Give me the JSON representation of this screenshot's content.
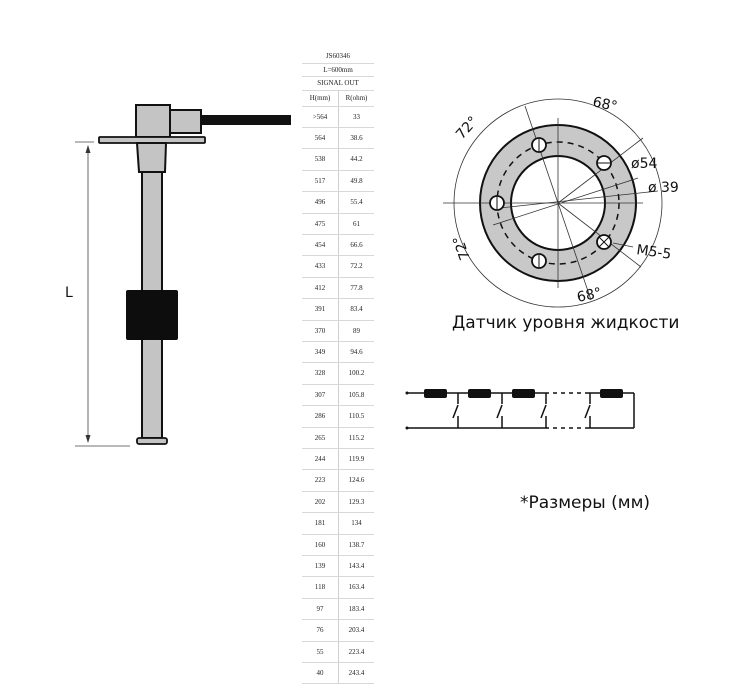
{
  "sensor_drawing": {
    "length_label": "L",
    "parts": [
      "cable",
      "connector-head",
      "mounting-flange",
      "rod",
      "float",
      "end-stop"
    ]
  },
  "spec_table": {
    "model": "JS60346",
    "length": "L=600mm",
    "signal": "SIGNAL OUT",
    "columns": [
      "H(mm)",
      "R(ohm)"
    ],
    "rows": [
      [
        ">564",
        "33"
      ],
      [
        "564",
        "38.6"
      ],
      [
        "538",
        "44.2"
      ],
      [
        "517",
        "49.8"
      ],
      [
        "496",
        "55.4"
      ],
      [
        "475",
        "61"
      ],
      [
        "454",
        "66.6"
      ],
      [
        "433",
        "72.2"
      ],
      [
        "412",
        "77.8"
      ],
      [
        "391",
        "83.4"
      ],
      [
        "370",
        "89"
      ],
      [
        "349",
        "94.6"
      ],
      [
        "328",
        "100.2"
      ],
      [
        "307",
        "105.8"
      ],
      [
        "286",
        "110.5"
      ],
      [
        "265",
        "115.2"
      ],
      [
        "244",
        "119.9"
      ],
      [
        "223",
        "124.6"
      ],
      [
        "202",
        "129.3"
      ],
      [
        "181",
        "134"
      ],
      [
        "160",
        "138.7"
      ],
      [
        "139",
        "143.4"
      ],
      [
        "118",
        "163.4"
      ],
      [
        "97",
        "183.4"
      ],
      [
        "76",
        "203.4"
      ],
      [
        "55",
        "223.4"
      ],
      [
        "40",
        "243.4"
      ]
    ]
  },
  "flange": {
    "angle_top": "68°",
    "angle_top_left": "72°",
    "angle_bottom_left": "72°",
    "angle_bottom": "68°",
    "bolt_circle_diameter": "ø54",
    "inner_diameter": "ø 39",
    "thread": "M5-5"
  },
  "captions": {
    "sensor_title": "Датчик уровня жидкости",
    "units_note": "*Размеры (мм)"
  },
  "colors": {
    "part_fill": "#c4c4c4",
    "outline": "#111111",
    "float": "#0d0d0d"
  }
}
